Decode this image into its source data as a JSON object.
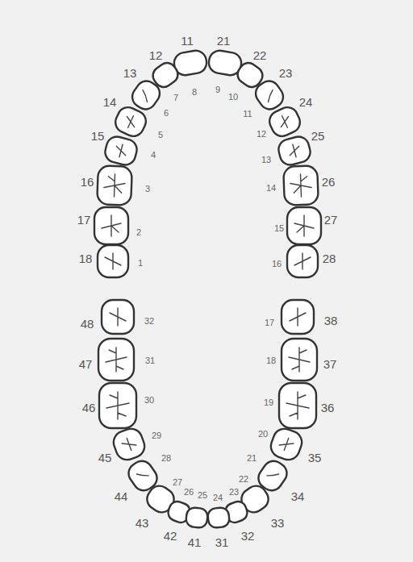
{
  "diagram": {
    "labels": [
      "11",
      "21",
      "12",
      "22",
      "13",
      "23",
      "14",
      "24",
      "15",
      "25",
      "16",
      "26",
      "17",
      "27",
      "18",
      "28",
      "1",
      "2",
      "3",
      "4",
      "5",
      "6",
      "7",
      "8",
      "9",
      "10",
      "11",
      "12",
      "13",
      "14",
      "15",
      "16",
      "48",
      "38",
      "47",
      "37",
      "46",
      "36",
      "45",
      "35",
      "44",
      "34",
      "43",
      "33",
      "42",
      "32",
      "41",
      "31",
      "32",
      "31",
      "30",
      "29",
      "28",
      "27",
      "26",
      "25",
      "24",
      "23",
      "22",
      "21",
      "20",
      "19",
      "18",
      "17"
    ]
  }
}
